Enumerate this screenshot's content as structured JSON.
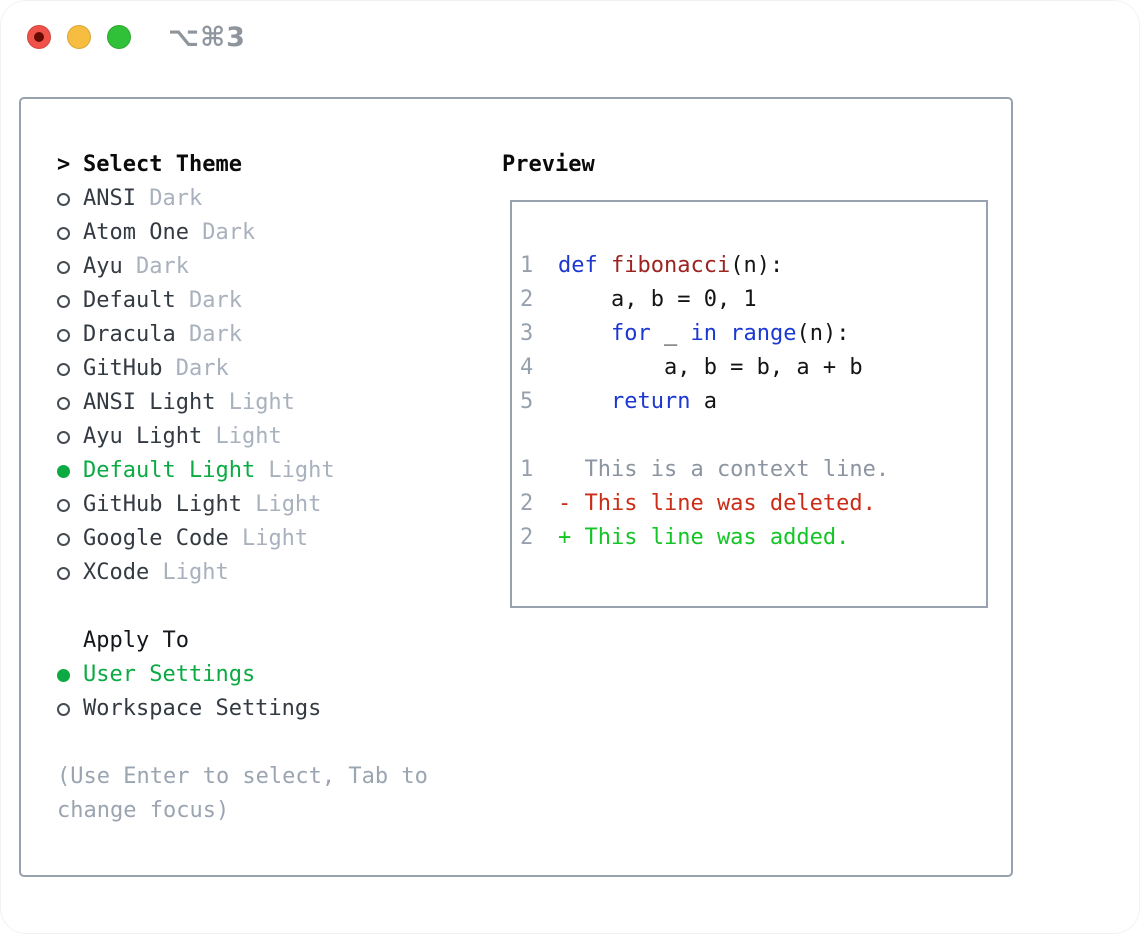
{
  "window": {
    "title": "⌥⌘3"
  },
  "traffic_lights": [
    {
      "name": "close",
      "color": "#f0524a",
      "dot": "#650b01"
    },
    {
      "name": "minimize",
      "color": "#f7bd40",
      "dot": ""
    },
    {
      "name": "zoom",
      "color": "#31c138",
      "dot": ""
    }
  ],
  "theme_picker": {
    "prompt": ">",
    "title": "Select Theme",
    "themes": [
      {
        "name": "ANSI",
        "variant": "Dark",
        "selected": false
      },
      {
        "name": "Atom One",
        "variant": "Dark",
        "selected": false
      },
      {
        "name": "Ayu",
        "variant": "Dark",
        "selected": false
      },
      {
        "name": "Default",
        "variant": "Dark",
        "selected": false
      },
      {
        "name": "Dracula",
        "variant": "Dark",
        "selected": false
      },
      {
        "name": "GitHub",
        "variant": "Dark",
        "selected": false
      },
      {
        "name": "ANSI Light",
        "variant": "Light",
        "selected": false
      },
      {
        "name": "Ayu Light",
        "variant": "Light",
        "selected": false
      },
      {
        "name": "Default Light",
        "variant": "Light",
        "selected": true
      },
      {
        "name": "GitHub Light",
        "variant": "Light",
        "selected": false
      },
      {
        "name": "Google Code",
        "variant": "Light",
        "selected": false
      },
      {
        "name": "XCode",
        "variant": "Light",
        "selected": false
      }
    ],
    "apply_to": {
      "title": "Apply To",
      "options": [
        {
          "label": "User Settings",
          "selected": true
        },
        {
          "label": "Workspace Settings",
          "selected": false
        }
      ]
    },
    "hint_lines": [
      "(Use Enter to select, Tab to",
      "change focus)"
    ]
  },
  "preview": {
    "title": "Preview",
    "code_lines": [
      {
        "num": "1",
        "tokens": [
          {
            "text": "def",
            "type": "keyword"
          },
          {
            "text": " ",
            "type": "plain"
          },
          {
            "text": "fibonacci",
            "type": "function"
          },
          {
            "text": "(n):",
            "type": "plain"
          }
        ]
      },
      {
        "num": "2",
        "tokens": [
          {
            "text": "    a, b = 0, 1",
            "type": "plain"
          }
        ]
      },
      {
        "num": "3",
        "tokens": [
          {
            "text": "    ",
            "type": "plain"
          },
          {
            "text": "for",
            "type": "keyword"
          },
          {
            "text": " _ ",
            "type": "plain"
          },
          {
            "text": "in",
            "type": "keyword"
          },
          {
            "text": " ",
            "type": "plain"
          },
          {
            "text": "range",
            "type": "keyword"
          },
          {
            "text": "(n):",
            "type": "plain"
          }
        ]
      },
      {
        "num": "4",
        "tokens": [
          {
            "text": "        a, b = b, a + b",
            "type": "plain"
          }
        ]
      },
      {
        "num": "5",
        "tokens": [
          {
            "text": "    ",
            "type": "plain"
          },
          {
            "text": "return",
            "type": "keyword"
          },
          {
            "text": " a",
            "type": "plain"
          }
        ]
      }
    ],
    "diff_lines": [
      {
        "num": "1",
        "marker": " ",
        "text": "This is a context line.",
        "kind": "context"
      },
      {
        "num": "2",
        "marker": "-",
        "text": "This line was deleted.",
        "kind": "deleted"
      },
      {
        "num": "2",
        "marker": "+",
        "text": "This line was added.",
        "kind": "added"
      }
    ]
  },
  "colors": {
    "selected_green": "#0caa43",
    "keyword_blue": "#1c38d2",
    "function_red": "#9c2421",
    "diff_deleted_red": "#cb2c17",
    "diff_added_green": "#15c426",
    "diff_context_gray": "#8b95a1",
    "line_number_gray": "#97a1ad",
    "variant_gray": "#a8b1bd",
    "hint_gray": "#9aa5b1",
    "frame_border_gray": "#98a2ae",
    "titlebar_text_gray": "#8e959c"
  }
}
